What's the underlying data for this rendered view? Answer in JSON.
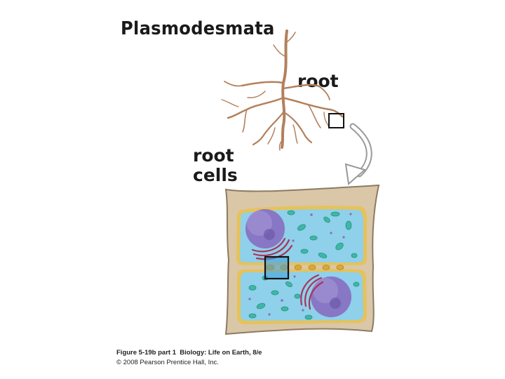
{
  "title": "Plasmodesmata",
  "labels": {
    "root": "root",
    "root_cells_line1": "root",
    "root_cells_line2": "cells"
  },
  "caption": {
    "figure": "Figure 5-19b part 1",
    "book": "Biology: Life on Earth, 8/e",
    "copyright": "© 2008 Pearson Prentice Hall, Inc."
  },
  "colors": {
    "root": "#b3805c",
    "cell_wall": "#d9c7a8",
    "cytoplasm": "#8fd0ea",
    "membrane": "#e6c25a",
    "nucleus": "#8877c4",
    "chloroplast": "#3fb7a6",
    "er": "#a8365c"
  }
}
